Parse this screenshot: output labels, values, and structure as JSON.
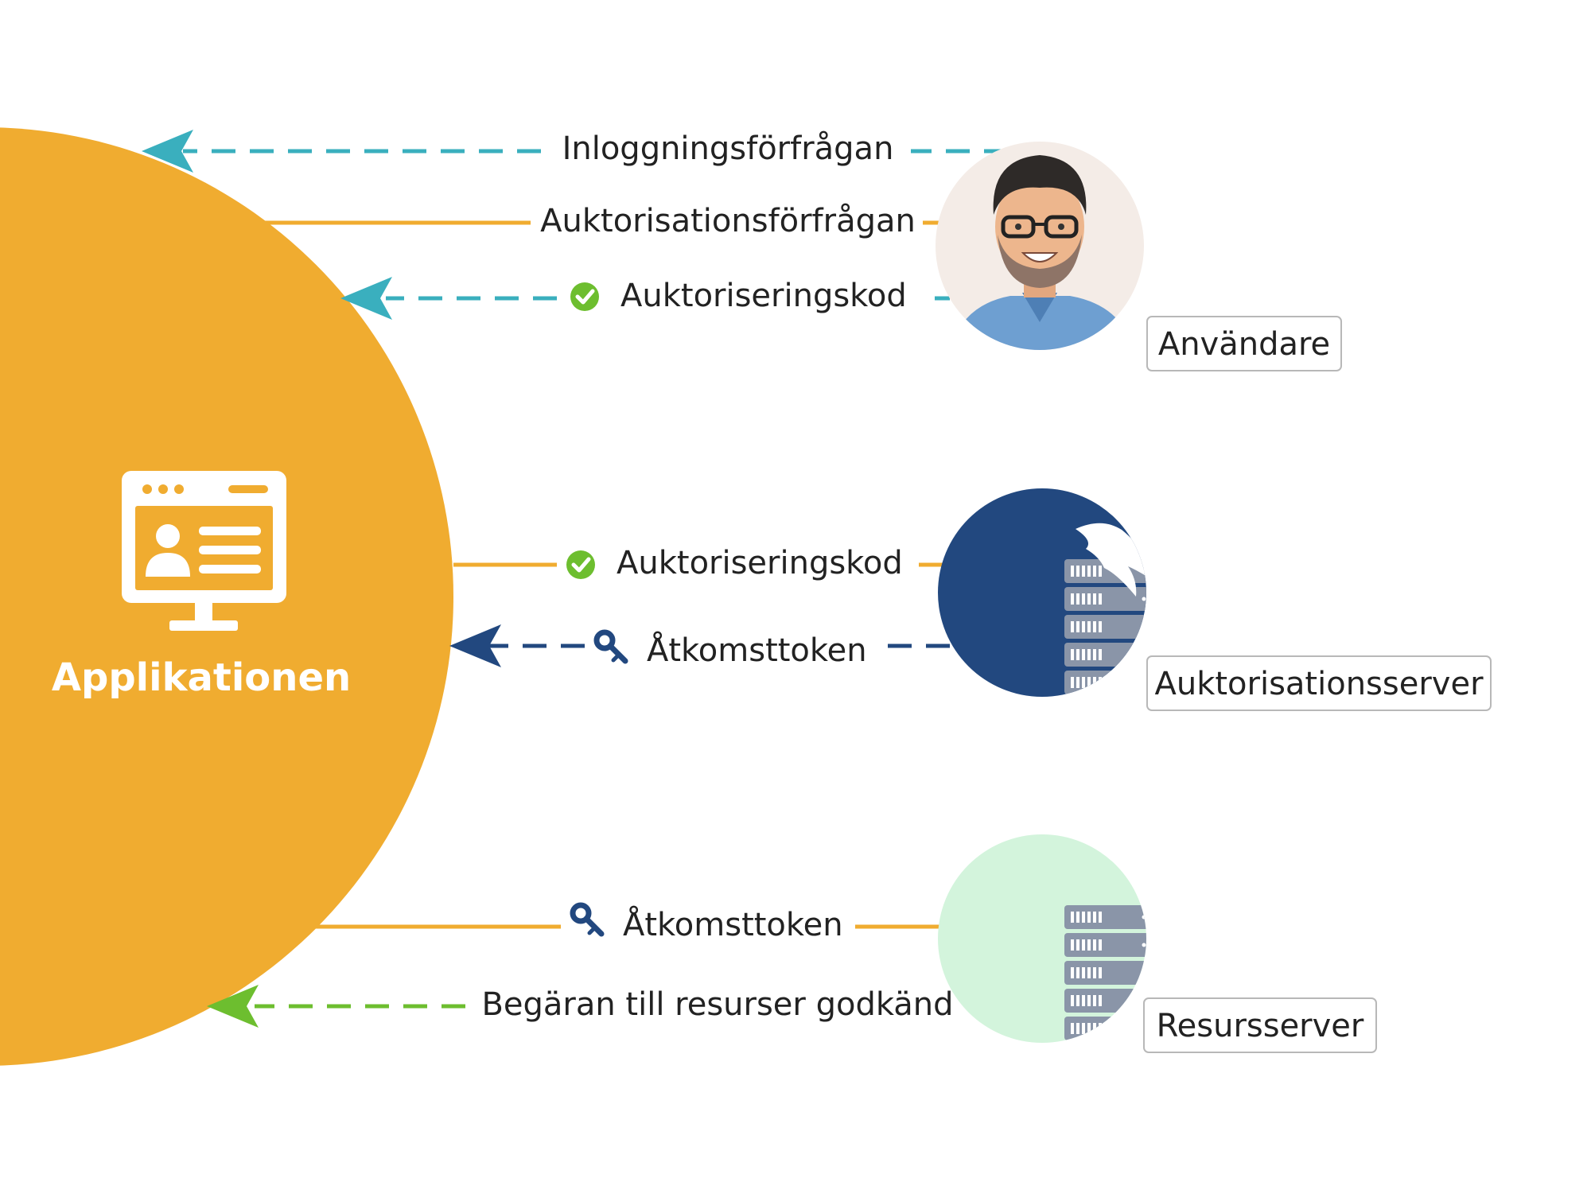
{
  "app": {
    "label": "Applikationen",
    "color": "#F0AC30",
    "icon": "browser-window-user-profile-icon"
  },
  "nodes": {
    "user": {
      "label": "Användare",
      "icon": "user-avatar-icon",
      "bg": "#F4ECE7"
    },
    "auth_server": {
      "label": "Auktorisationsserver",
      "icon": "eagle-server-rack-icon",
      "bg": "#22487F"
    },
    "resource_server": {
      "label": "Resursserver",
      "icon": "server-rack-icon",
      "bg": "#D3F4DC"
    }
  },
  "flows": [
    {
      "label": "Inloggningsförfrågan",
      "direction": "to-app",
      "style": "dashed",
      "color": "#3AAFBE",
      "icon": ""
    },
    {
      "label": "Auktorisationsförfrågan",
      "direction": "to-node",
      "style": "solid",
      "color": "#F0AC30",
      "icon": ""
    },
    {
      "label": "Auktoriseringskod",
      "direction": "to-app",
      "style": "dashed",
      "color": "#3AAFBE",
      "icon": "check-circle-icon"
    },
    {
      "label": "Auktoriseringskod",
      "direction": "to-node",
      "style": "solid",
      "color": "#F0AC30",
      "icon": "check-circle-icon"
    },
    {
      "label": "Åtkomsttoken",
      "direction": "to-app",
      "style": "dashed",
      "color": "#22487F",
      "icon": "key-icon"
    },
    {
      "label": "Åtkomsttoken",
      "direction": "to-node",
      "style": "solid",
      "color": "#F0AC30",
      "icon": "key-icon"
    },
    {
      "label": "Begäran till resurser godkänd",
      "direction": "to-app",
      "style": "dashed",
      "color": "#6DBE2F",
      "icon": ""
    }
  ],
  "colors": {
    "check_green": "#6DBE2F",
    "key_blue": "#22487F",
    "server_gray": "#8A95A8",
    "label_border": "#B8B8B8"
  }
}
